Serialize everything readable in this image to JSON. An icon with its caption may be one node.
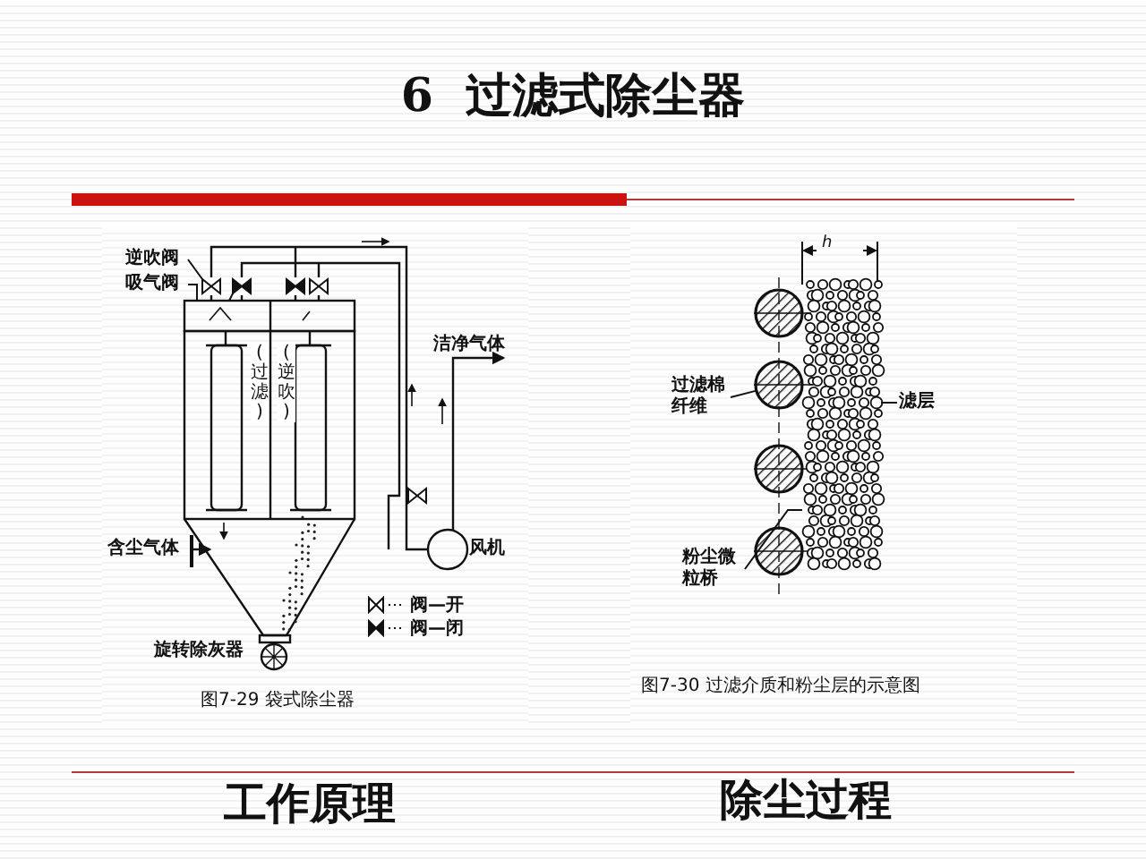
{
  "diagram": {
    "title": "6  过滤式除尘器",
    "nodes": [
      {
        "text": [
          "逆吹阀"
        ]
      },
      {
        "text": [
          "吸气阀"
        ]
      },
      {
        "text": [],
        "shape": "valve"
      },
      {
        "text": [],
        "shape": "valve"
      },
      {
        "text": [
          "过滤棉纤维"
        ]
      },
      {
        "text": [],
        "shape": "circle"
      },
      {
        "text": [
          "滤层"
        ]
      },
      {
        "text": [],
        "shape": "picture"
      },
      {
        "text": [
          "粉尘微粒桥"
        ]
      }
    ],
    "edges": [
      {
        "from": 0,
        "to": 2,
        "arrow": "none"
      },
      {
        "from": 1,
        "to": 3,
        "arrow": "none"
      },
      {
        "from": 4,
        "to": 5,
        "arrow": "none"
      },
      {
        "from": 6,
        "to": 7,
        "arrow": "none"
      },
      {
        "from": 8,
        "to": 7,
        "arrow": "none"
      }
    ],
    "labels": [
      "洁净气体",
      "(过滤)",
      "(逆吹)",
      "含尘气体",
      "风机",
      "旋转除灰器",
      "图7-29 袋式除尘器",
      "h",
      "图7-30 过滤介质和粉尘层的示意图",
      "工作原理",
      "除尘过程"
    ],
    "legend": [
      {
        "text": "阀—开"
      },
      {
        "text": "阀—闭"
      }
    ]
  }
}
